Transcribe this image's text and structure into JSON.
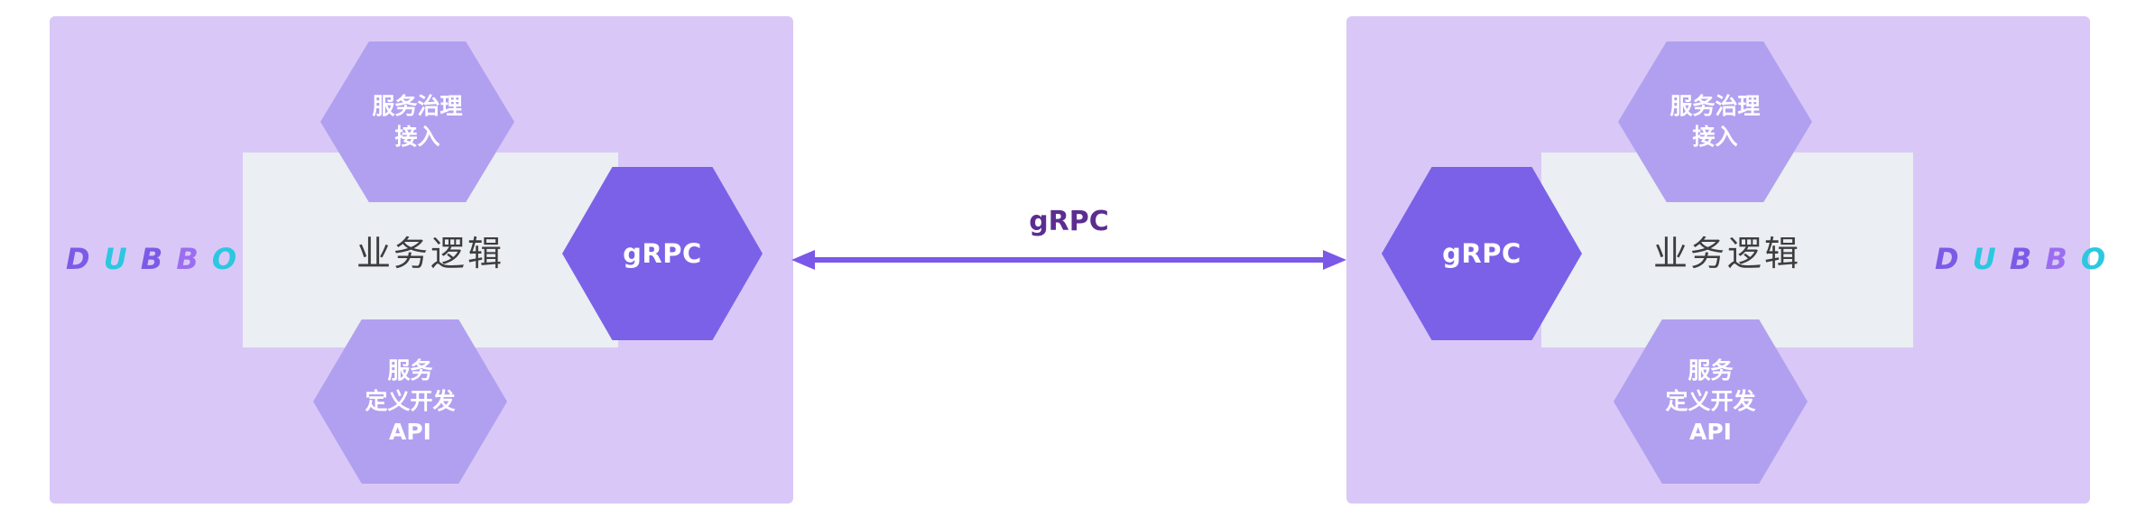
{
  "colors": {
    "panel_bg": "#d9c8f7",
    "hex_light": "#b1a0f0",
    "hex_dark": "#7b61e8",
    "core_bg": "#ebeef2",
    "core_text": "#3d3d3d",
    "hex_text": "#ffffff",
    "arrow": "#7a58e8",
    "connection_label": "#5c2d91"
  },
  "logo": {
    "letters": [
      {
        "char": "D",
        "style": "color:#7b5be6"
      },
      {
        "char": "U",
        "style": "color:#2bc8e0"
      },
      {
        "char": "B",
        "style": "color:#7b5be6"
      },
      {
        "char": "B",
        "style": "color:#9b6ef0"
      },
      {
        "char": "O",
        "style": "color:#2bc8e0"
      }
    ]
  },
  "left_node": {
    "top_hex_lines": [
      "服务治理",
      "接入"
    ],
    "bottom_hex_lines": [
      "服务",
      "定义开发",
      "API"
    ],
    "core_label": "业务逻辑",
    "grpc_label": "gRPC"
  },
  "right_node": {
    "top_hex_lines": [
      "服务治理",
      "接入"
    ],
    "bottom_hex_lines": [
      "服务",
      "定义开发",
      "API"
    ],
    "core_label": "业务逻辑",
    "grpc_label": "gRPC"
  },
  "connection": {
    "label": "gRPC"
  }
}
